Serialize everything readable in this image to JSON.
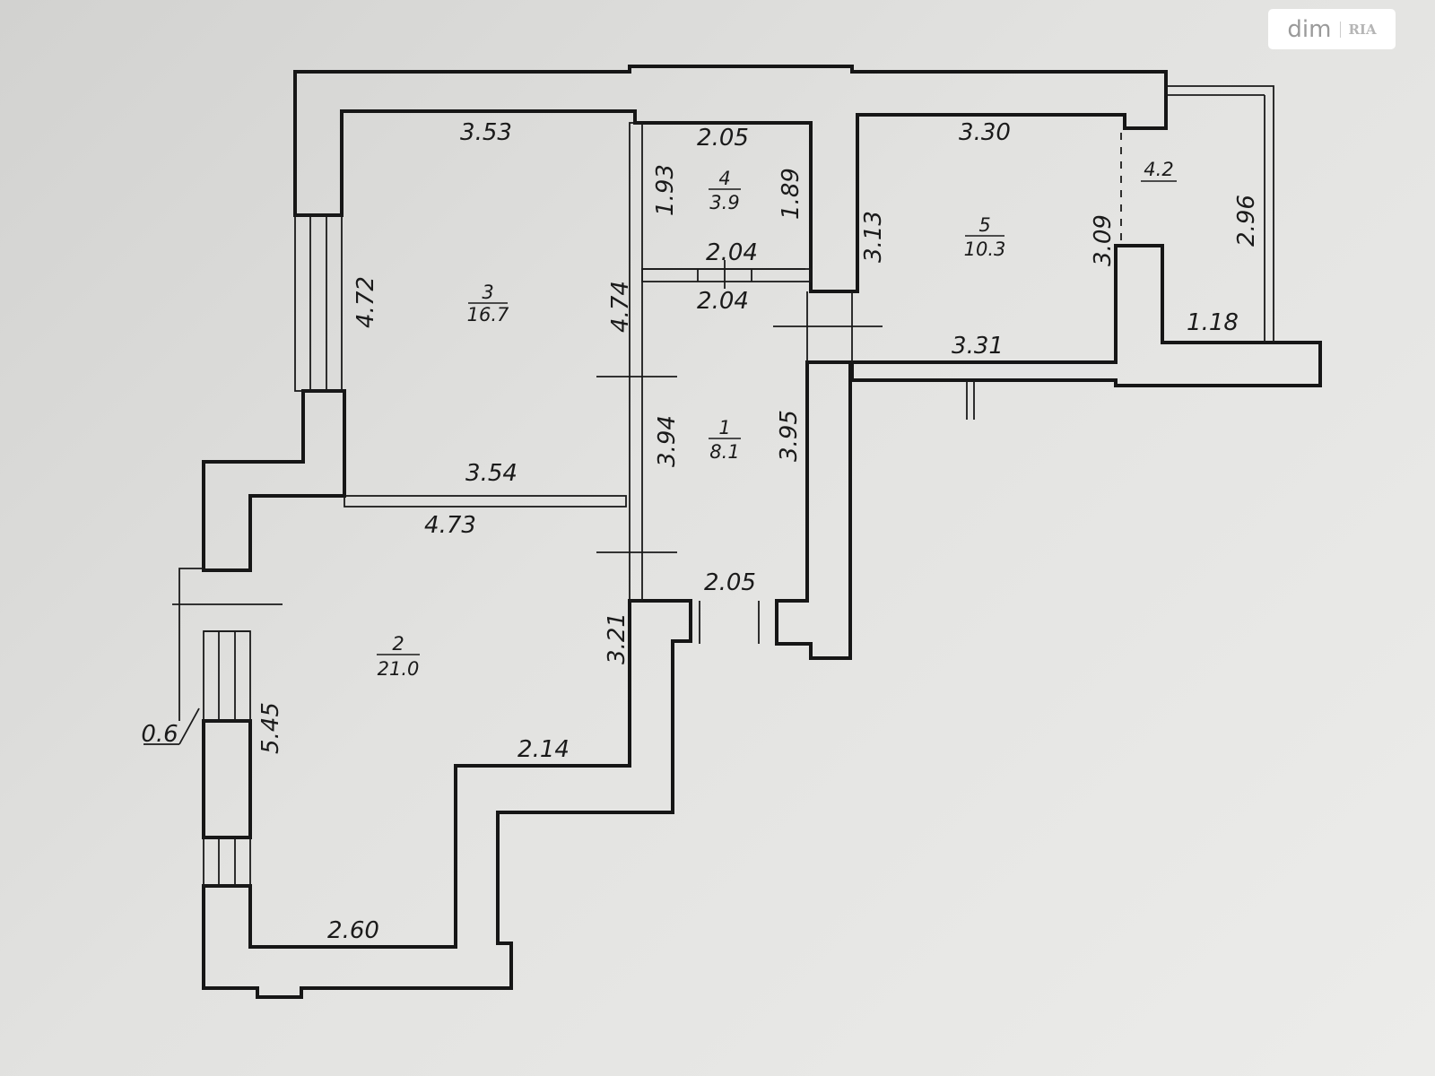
{
  "watermark": {
    "text": "dim",
    "badge": "RIA"
  },
  "rooms": [
    {
      "id": "1",
      "number": "1",
      "area": "8.1"
    },
    {
      "id": "2",
      "number": "2",
      "area": "21.0"
    },
    {
      "id": "3",
      "number": "3",
      "area": "16.7"
    },
    {
      "id": "4",
      "number": "4",
      "area": "3.9"
    },
    {
      "id": "5",
      "number": "5",
      "area": "10.3"
    }
  ],
  "balcony_area": "4.2",
  "dimensions": {
    "room3_top": "3.53",
    "room3_left": "4.72",
    "room3_right": "4.74",
    "room3_bottom": "3.54",
    "room4_top": "2.05",
    "room4_left": "1.93",
    "room4_right": "1.89",
    "room4_bottom": "2.04",
    "room1_top": "2.04",
    "room1_left": "3.94",
    "room1_right": "3.95",
    "room1_bottom": "2.05",
    "room5_top": "3.30",
    "room5_left": "3.13",
    "room5_right": "3.09",
    "room5_bottom": "3.31",
    "balcony_side": "2.96",
    "balcony_bottom": "1.18",
    "room2_top": "4.73",
    "room2_right": "3.21",
    "room2_left": "5.45",
    "room2_step": "2.14",
    "room2_bottom": "2.60",
    "bay_depth": "0.6"
  }
}
